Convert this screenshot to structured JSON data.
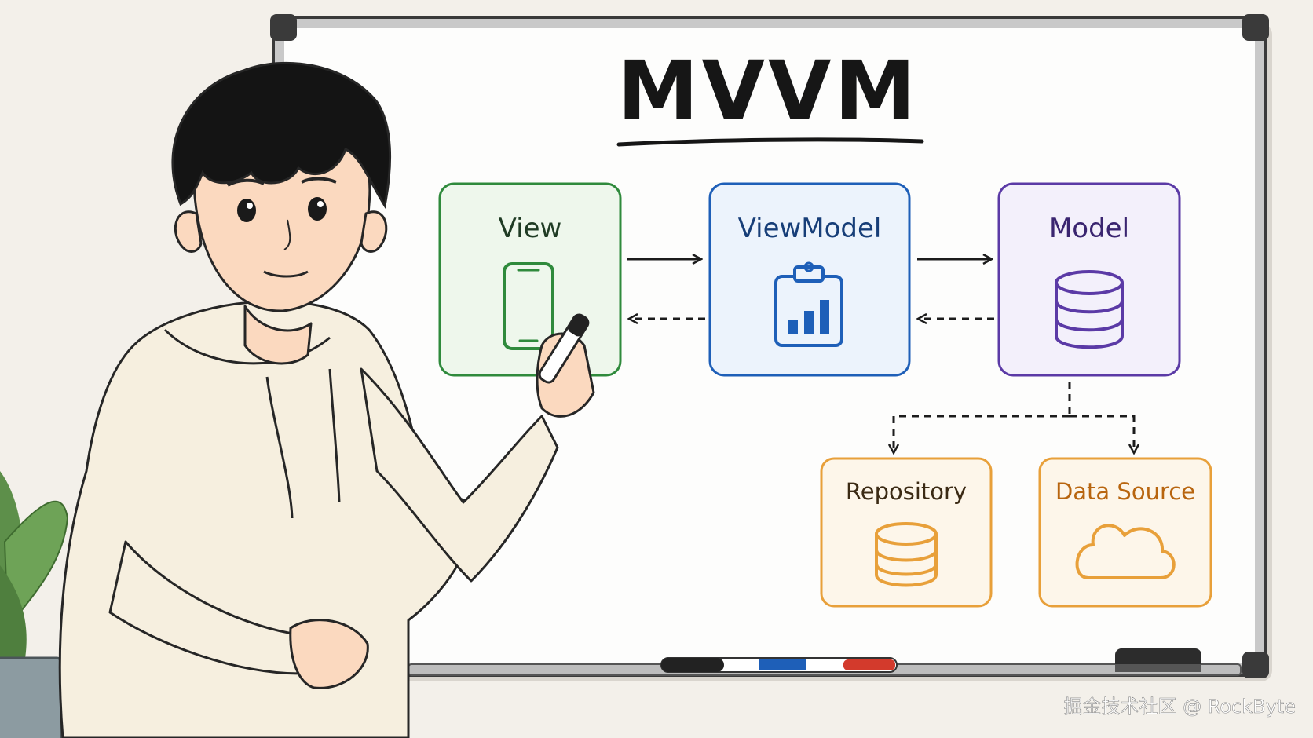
{
  "diagram": {
    "title": "MVVM",
    "boxes": [
      {
        "id": "view",
        "label": "View",
        "icon": "smartphone-icon",
        "color": "#2f8a3c",
        "fill": "#eef7ec"
      },
      {
        "id": "viewmodel",
        "label": "ViewModel",
        "icon": "clipboard-chart-icon",
        "color": "#1e5fb8",
        "fill": "#ecf3fc"
      },
      {
        "id": "model",
        "label": "Model",
        "icon": "database-icon",
        "color": "#5b3aa6",
        "fill": "#f3f0fb"
      },
      {
        "id": "repository",
        "label": "Repository",
        "icon": "database-icon",
        "color": "#e8a03a",
        "fill": "#fdf6ea"
      },
      {
        "id": "datasource",
        "label": "Data Source",
        "icon": "cloud-icon",
        "color": "#e8a03a",
        "fill": "#fdf6ea"
      }
    ],
    "edges": [
      {
        "from": "view",
        "to": "viewmodel",
        "style": "solid"
      },
      {
        "from": "viewmodel",
        "to": "model",
        "style": "solid"
      },
      {
        "from": "viewmodel",
        "to": "view",
        "style": "dashed"
      },
      {
        "from": "model",
        "to": "viewmodel",
        "style": "dashed"
      },
      {
        "from": "model",
        "to": "repository",
        "style": "dashed"
      },
      {
        "from": "model",
        "to": "datasource",
        "style": "dashed"
      }
    ],
    "label_colors": {
      "view": "#1f3b24",
      "viewmodel": "#173e78",
      "model": "#3a2570",
      "repository": "#3b2a14",
      "datasource": "#b8650f"
    }
  },
  "whiteboard": {
    "frame_color": "#3a3a3a",
    "marker_colors": [
      "#222222",
      "#1e5fb8",
      "#d33a2c"
    ]
  },
  "watermark": {
    "text": "掘金技术社区 @ RockByte"
  }
}
